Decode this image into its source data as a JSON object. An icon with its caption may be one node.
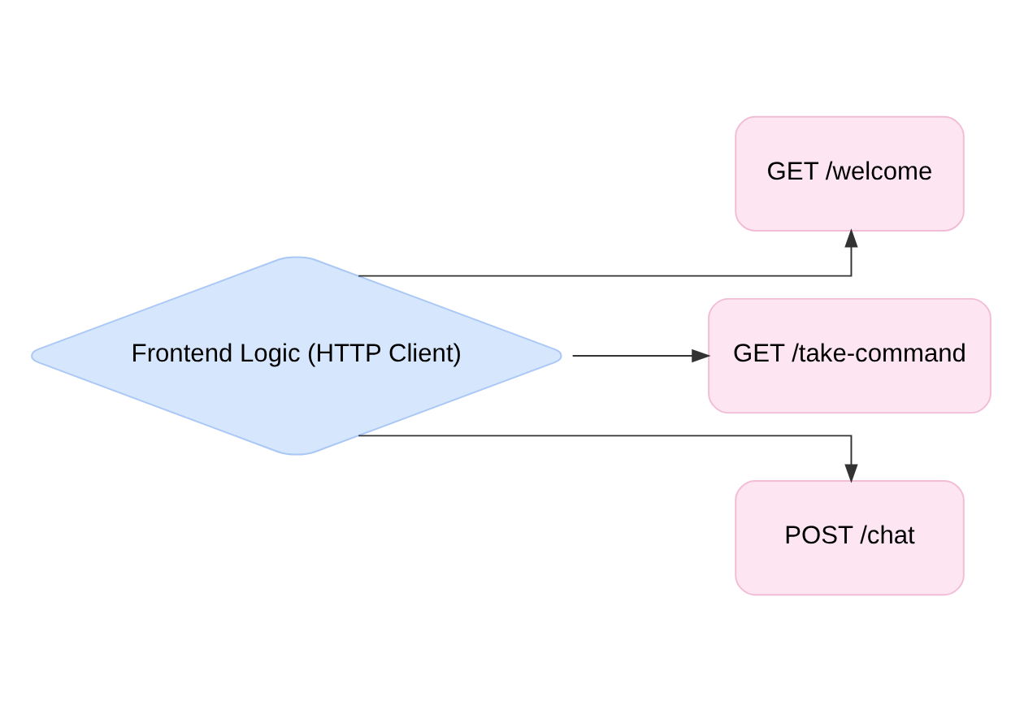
{
  "diagram": {
    "nodes": [
      {
        "text": [
          "Frontend Logic (HTTP Client)"
        ]
      },
      {
        "text": [
          "GET /welcome"
        ]
      },
      {
        "text": [
          "GET /take-command"
        ]
      },
      {
        "text": [
          "POST /chat"
        ]
      }
    ],
    "edges": [
      {
        "from": 0,
        "to": 1,
        "arrow": "to"
      },
      {
        "from": 0,
        "to": 2,
        "arrow": "to"
      },
      {
        "from": 0,
        "to": 3,
        "arrow": "to"
      }
    ]
  }
}
